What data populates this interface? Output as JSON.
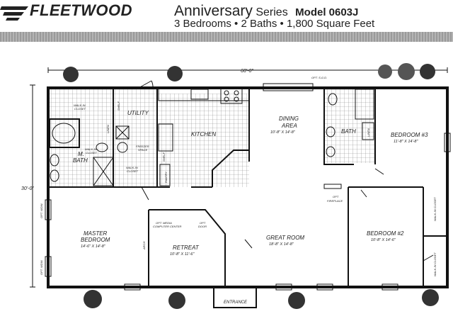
{
  "header": {
    "brand": "FLEETWOOD",
    "series_name": "Anniversary",
    "series_word": "Series",
    "model": "Model 0603J",
    "bedrooms": "3 Bedrooms",
    "baths": "2 Baths",
    "area": "1,800 Square Feet",
    "separator": "•"
  },
  "dimensions": {
    "width": "60'-0\"",
    "depth": "30'-0\""
  },
  "rooms": {
    "utility": "UTILITY",
    "kitchen": "KITCHEN",
    "dining": "DINING",
    "dining2": "AREA",
    "dining_size": "10'-8\" X 14'-8\"",
    "bath": "BATH",
    "bedroom3": "BEDROOM #3",
    "bedroom3_size": "11'-8\" X 14'-8\"",
    "mbath1": "M.",
    "mbath2": "BATH",
    "master1": "MASTER",
    "master2": "BEDROOM",
    "master_size": "14'-6\" X 14'-8\"",
    "retreat": "RETREAT",
    "retreat_size": "10'-8\" X 11'-6\"",
    "great_room": "GREAT ROOM",
    "great_size": "18'-8\" X 14'-8\"",
    "bedroom2": "BEDROOM #2",
    "bedroom2_size": "10'-8\" X 14'-6\"",
    "entrance": "ENTRANCE"
  },
  "fixtures": {
    "walkin_closet1": "WALK-IN",
    "walkin_closet2": "CLOSET",
    "shelf": "SHELF",
    "linen": "LINEN",
    "freezer1": "FREEZER",
    "freezer2": "SPACE",
    "pantry": "PANTRY",
    "opt_sgd": "OPT. S.G.D.",
    "opt_fireplace1": "OPT.",
    "opt_fireplace2": "FIREPLACE",
    "opt_media1": "OPT. MEDIA",
    "opt_media2": "COMPUTER CENTER",
    "opt_door1": "OPT.",
    "opt_door2": "DOOR",
    "arch": "ARCH",
    "opt_window": "OPT. WDW.",
    "walkin_v": "WALK-IN CLOSET"
  }
}
